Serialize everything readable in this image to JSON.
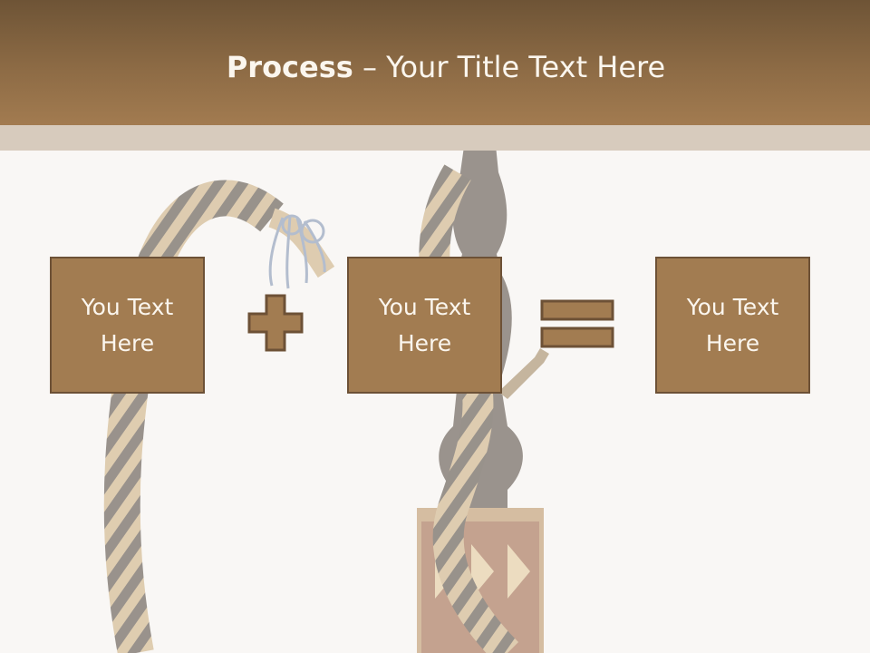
{
  "slide": {
    "title_bold": "Process",
    "title_dash": " – ",
    "title_rest": "Your Title Text Here",
    "boxes": [
      {
        "text": "You Text Here"
      },
      {
        "text": "You Text Here"
      },
      {
        "text": "You Text Here"
      }
    ],
    "operators": {
      "first": "plus-icon",
      "second": "equals-icon"
    }
  },
  "colors": {
    "header": "#8d6b45",
    "header_band": "#d7cbbd",
    "box_fill": "#a27c51",
    "box_border": "#6d5136",
    "text_light": "#fbf6ee",
    "background": "#f9f7f5"
  }
}
